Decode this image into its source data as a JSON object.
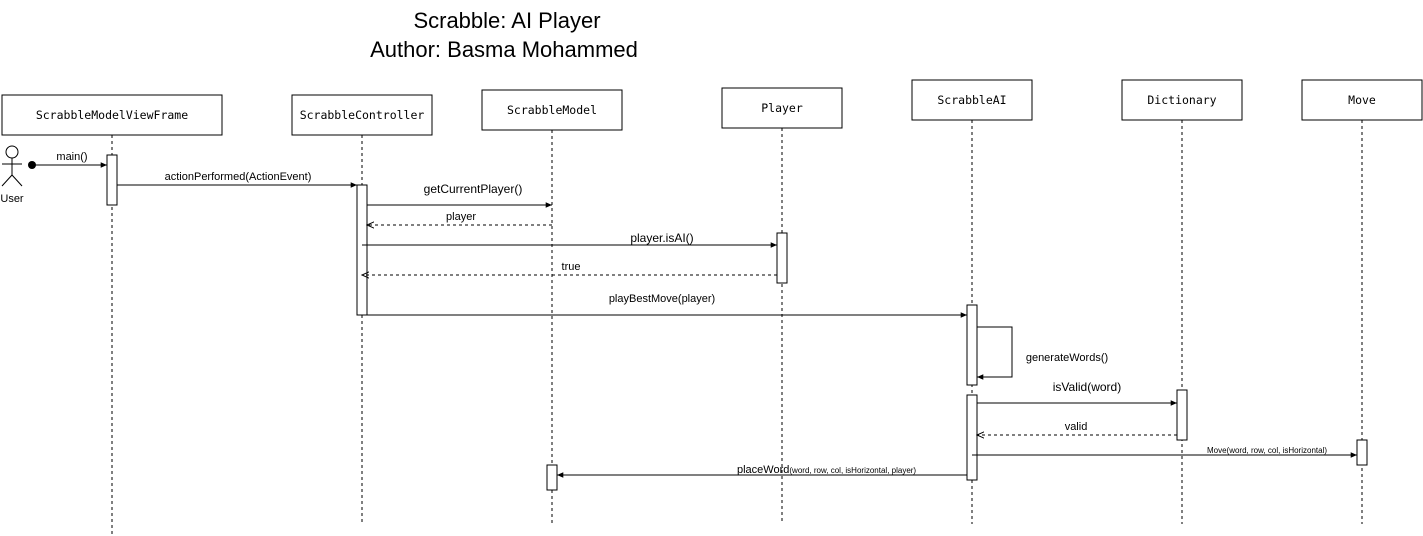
{
  "title": {
    "line1": "Scrabble: AI Player",
    "line2": "Author: Basma Mohammed"
  },
  "actor": {
    "label": "User"
  },
  "participants": [
    {
      "id": "frame",
      "label": "ScrabbleModelViewFrame"
    },
    {
      "id": "controller",
      "label": "ScrabbleController"
    },
    {
      "id": "model",
      "label": "ScrabbleModel"
    },
    {
      "id": "player",
      "label": "Player"
    },
    {
      "id": "ai",
      "label": "ScrabbleAI"
    },
    {
      "id": "dictionary",
      "label": "Dictionary"
    },
    {
      "id": "move",
      "label": "Move"
    }
  ],
  "messages": [
    {
      "id": "m1",
      "label": "main()",
      "type": "sync"
    },
    {
      "id": "m2",
      "label": "actionPerformed(ActionEvent)",
      "type": "sync"
    },
    {
      "id": "m3",
      "label": "getCurrentPlayer()",
      "type": "sync"
    },
    {
      "id": "m4",
      "label": "player",
      "type": "return"
    },
    {
      "id": "m5",
      "label": "player.isAI()",
      "type": "sync"
    },
    {
      "id": "m6",
      "label": "true",
      "type": "return"
    },
    {
      "id": "m7",
      "label": "playBestMove(player)",
      "type": "sync"
    },
    {
      "id": "m8",
      "label": "generateWords()",
      "type": "self"
    },
    {
      "id": "m9",
      "label": "isValid(word)",
      "type": "sync"
    },
    {
      "id": "m10",
      "label": "valid",
      "type": "return"
    },
    {
      "id": "m11",
      "label": "Move(word, row, col, isHorizontal)",
      "type": "sync"
    },
    {
      "id": "m12",
      "label_main": "placeWord",
      "label_args": "(word, row, col, isHorizontal, player)",
      "type": "sync"
    }
  ]
}
